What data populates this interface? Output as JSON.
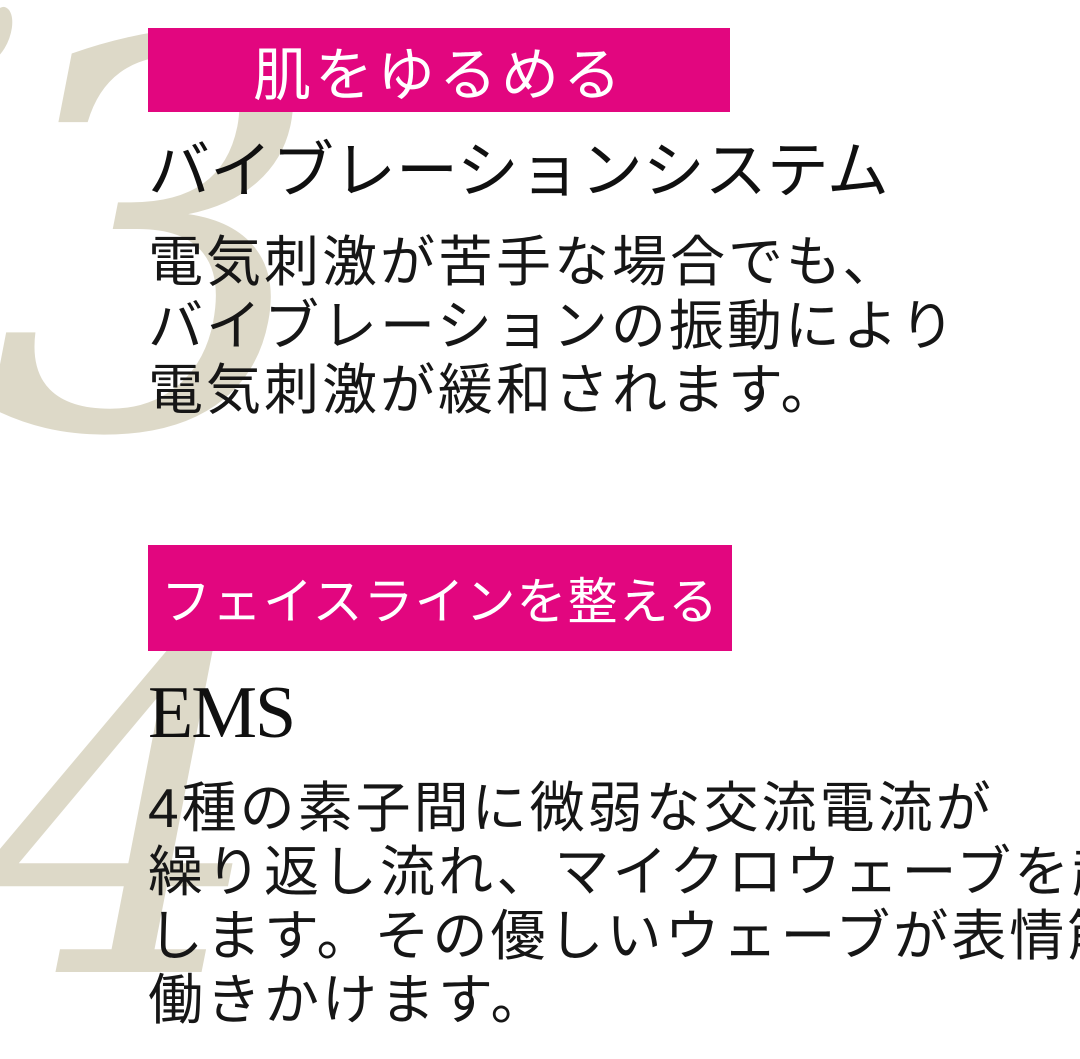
{
  "page": {
    "background_color": "#ffffff",
    "accent_pink": "#e2067f",
    "numeral_beige": "#ddd9c8",
    "banner_text_color": "#ffffff",
    "body_text_color": "#161616"
  },
  "sections": [
    {
      "number": "3",
      "banner": "肌をゆるめる",
      "heading": "バイブレーションシステム",
      "body_lines": [
        "電気刺激が苦手な場合でも、",
        "バイブレーションの振動により",
        "電気刺激が緩和されます。"
      ]
    },
    {
      "number": "4",
      "banner": "フェイスラインを整える",
      "heading": "EMS",
      "body_lines": [
        "4種の素子間に微弱な交流電流が",
        "繰り返し流れ、マイクロウェーブを起こ",
        "します。その優しいウェーブが表情筋に",
        "働きかけます。"
      ]
    }
  ]
}
